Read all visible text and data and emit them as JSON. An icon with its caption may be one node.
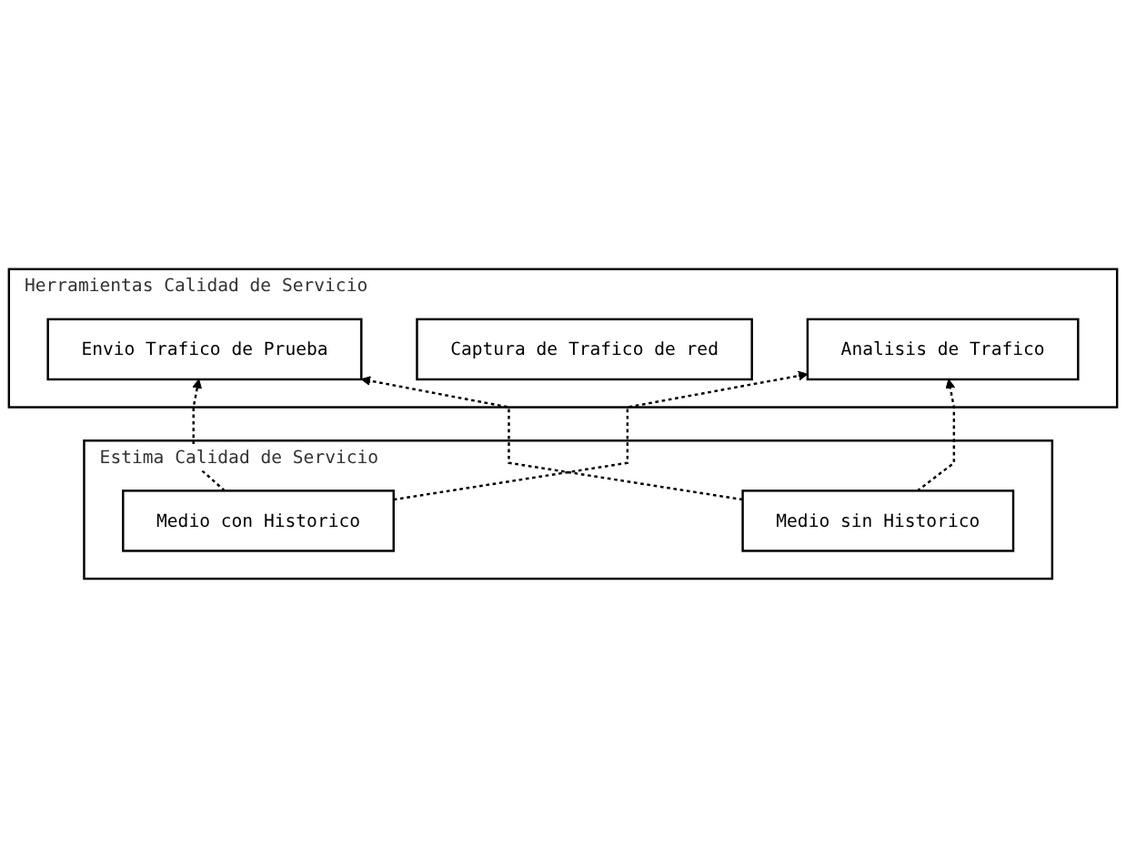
{
  "diagram": {
    "nodes": [
      {
        "text": [
          "Herramientas Calidad de Servicio"
        ]
      },
      {
        "text": [
          "Envio Trafico de Prueba"
        ],
        "in": 0
      },
      {
        "text": [
          "Captura de Trafico de red"
        ],
        "in": 0
      },
      {
        "text": [
          "Analisis de Trafico"
        ],
        "in": 0
      },
      {
        "text": [
          "Estima Calidad de Servicio"
        ]
      },
      {
        "text": [
          "Medio con Historico"
        ],
        "in": 4
      },
      {
        "text": [
          "Medio sin Historico"
        ],
        "in": 4
      }
    ],
    "edges": [
      {
        "from": 5,
        "to": 1,
        "arrow": "to",
        "style": "dashed"
      },
      {
        "from": 5,
        "to": 3,
        "arrow": "to",
        "style": "dashed"
      },
      {
        "from": 6,
        "to": 1,
        "arrow": "to",
        "style": "dashed"
      },
      {
        "from": 6,
        "to": 3,
        "arrow": "to",
        "style": "dashed"
      }
    ]
  }
}
